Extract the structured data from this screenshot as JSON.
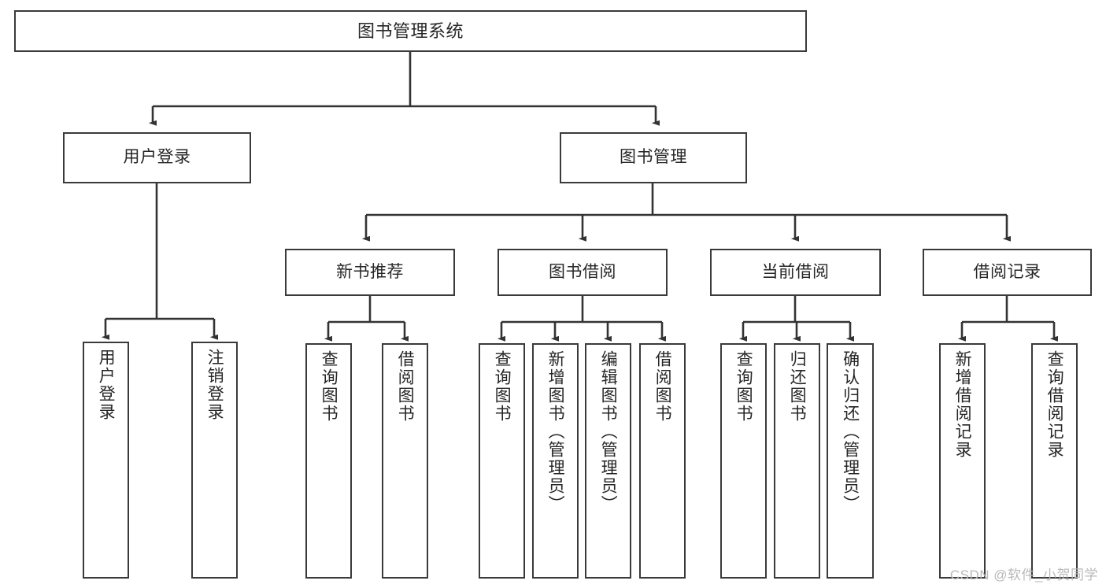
{
  "diagram": {
    "type": "tree-hierarchy-chart",
    "title": "图书管理系统",
    "orientation": "top-down",
    "colors": {
      "box_border": "#3a3a3a",
      "box_fill": "#ffffff",
      "connector": "#333333",
      "text": "#262626",
      "watermark": "#b9b9b9",
      "background": "#ffffff"
    },
    "nodes": {
      "root": {
        "label": "图书管理系统",
        "level": 0
      },
      "level1": [
        {
          "id": "user-login",
          "label": "用户登录"
        },
        {
          "id": "book-management",
          "label": "图书管理"
        }
      ],
      "level2": [
        {
          "id": "new-book-recommend",
          "label": "新书推荐",
          "parent": "book-management"
        },
        {
          "id": "book-borrow",
          "label": "图书借阅",
          "parent": "book-management"
        },
        {
          "id": "current-borrow",
          "label": "当前借阅",
          "parent": "book-management"
        },
        {
          "id": "borrow-record",
          "label": "借阅记录",
          "parent": "book-management"
        }
      ],
      "leaves": {
        "user-login": [
          {
            "id": "leaf-user-login",
            "label": "用户登录"
          },
          {
            "id": "leaf-logout-login",
            "label": "注销登录"
          }
        ],
        "new-book-recommend": [
          {
            "id": "leaf-query-book-1",
            "label": "查询图书"
          },
          {
            "id": "leaf-borrow-book-1",
            "label": "借阅图书"
          }
        ],
        "book-borrow": [
          {
            "id": "leaf-query-book-2",
            "label": "查询图书"
          },
          {
            "id": "leaf-add-book",
            "label": "新增图书（管理员）"
          },
          {
            "id": "leaf-edit-book",
            "label": "编辑图书（管理员）"
          },
          {
            "id": "leaf-borrow-book-2",
            "label": "借阅图书"
          }
        ],
        "current-borrow": [
          {
            "id": "leaf-query-book-3",
            "label": "查询图书"
          },
          {
            "id": "leaf-return-book",
            "label": "归还图书"
          },
          {
            "id": "leaf-confirm-return",
            "label": "确认归还（管理员）"
          }
        ],
        "borrow-record": [
          {
            "id": "leaf-add-record",
            "label": "新增借阅记录"
          },
          {
            "id": "leaf-query-record",
            "label": "查询借阅记录"
          }
        ]
      }
    },
    "watermark": "CSDN @软件_小贺同学"
  }
}
